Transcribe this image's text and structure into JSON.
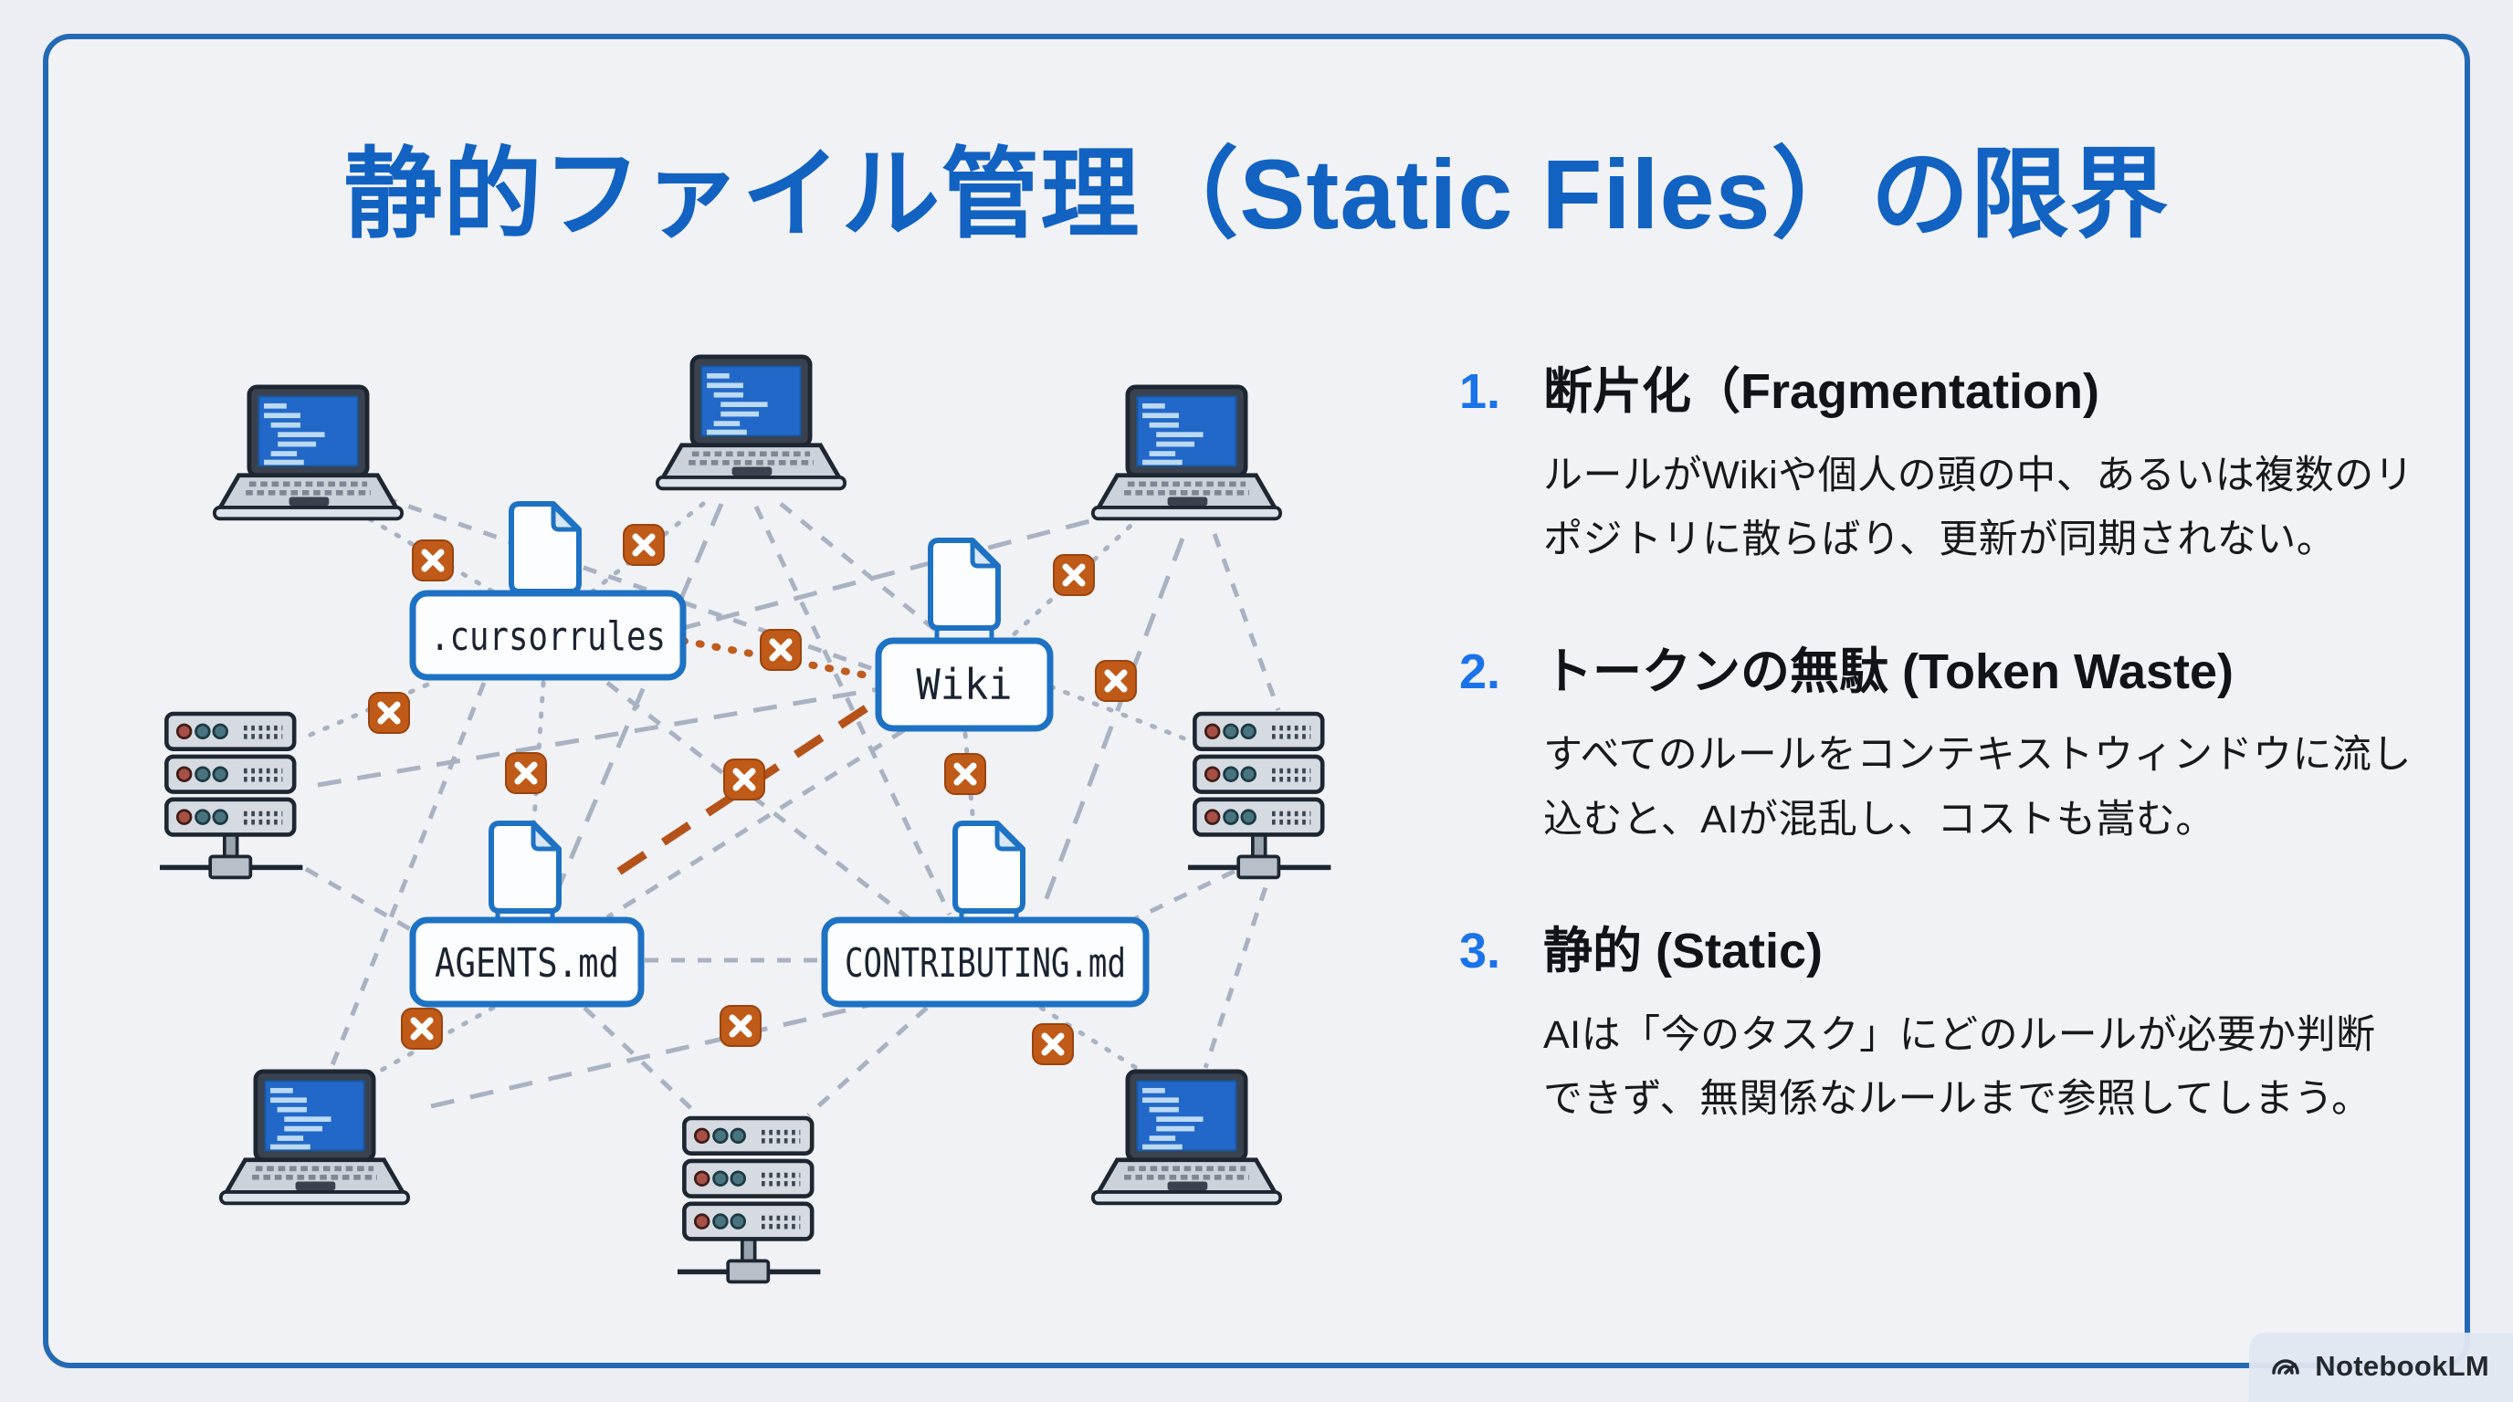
{
  "slide": {
    "title": "静的ファイル管理（Static Files）の限界",
    "brand": "NotebookLM"
  },
  "diagram": {
    "labels": {
      "cursorrules": ".cursorrules",
      "wiki": "Wiki",
      "agents_md": "AGENTS.md",
      "contributing_md": "CONTRIBUTING.md"
    },
    "icons": [
      "laptop-icon",
      "server-rack-icon",
      "file-document-icon",
      "broken-link-x-icon",
      "notebooklm-logo-icon"
    ]
  },
  "issues": [
    {
      "num": "1.",
      "heading": "断片化（Fragmentation)",
      "body": "ルールがWikiや個人の頭の中、あるいは複数のリポジトリに散らばり、更新が同期されない。"
    },
    {
      "num": "2.",
      "heading": "トークンの無駄 (Token Waste)",
      "body": "すべてのルールをコンテキストウィンドウに流し込むと、AIが混乱し、コストも嵩む。"
    },
    {
      "num": "3.",
      "heading": "静的 (Static)",
      "body": "AIは「今のタスク」にどのルールが必要か判断できず、無関係なルールまで参照してしまう。"
    }
  ],
  "colors": {
    "title_blue": "#1262c2",
    "number_blue": "#1a73e8",
    "frame_blue": "#2469b3",
    "node_border_blue": "#1e72c4",
    "broken_orange": "#c05a18",
    "line_gray": "#a9b2c2",
    "background": "#f1f2f6",
    "text_dark": "#17191d"
  }
}
